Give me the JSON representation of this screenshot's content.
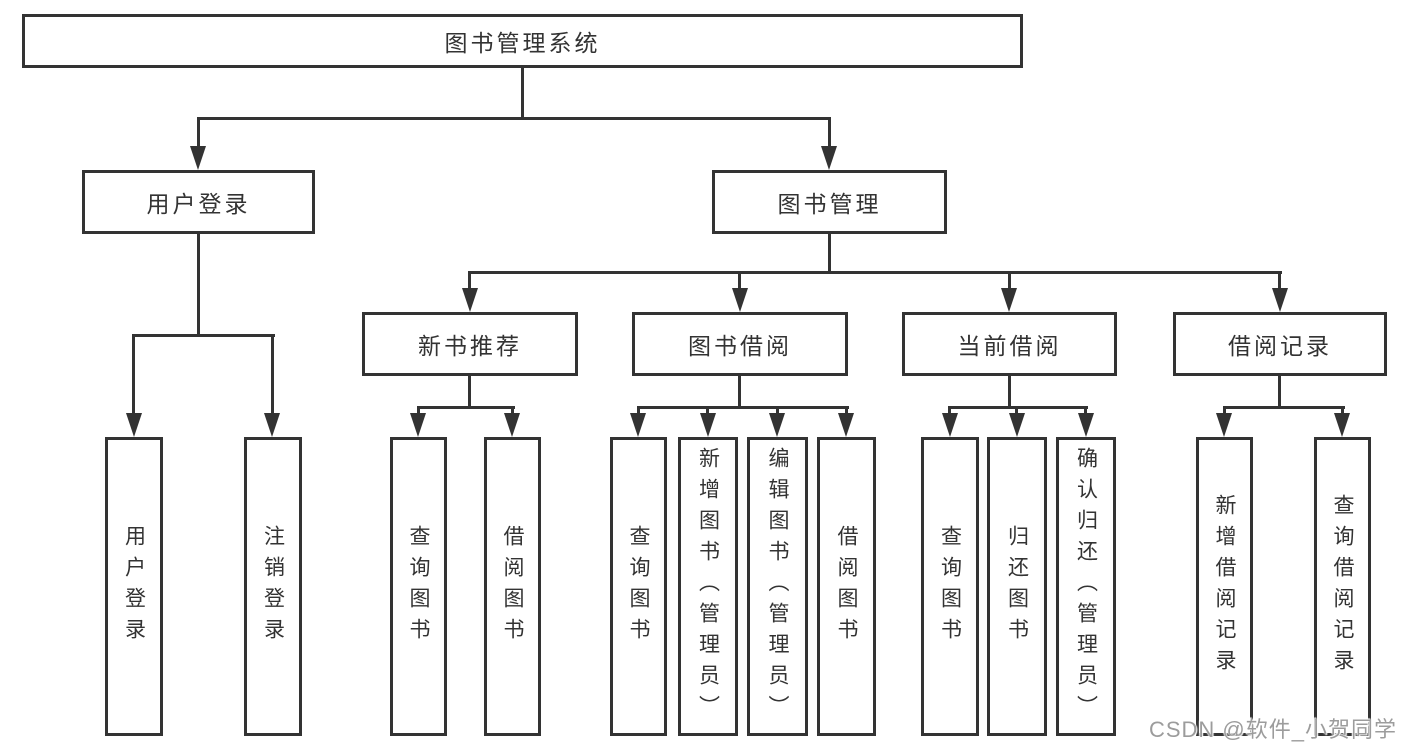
{
  "colors": {
    "line": "#333333",
    "box_border": "#333333",
    "text": "#333333",
    "watermark": "#9c9c9c",
    "background": "#ffffff"
  },
  "watermark": {
    "text": "CSDN @软件_小贺同学"
  },
  "tree": {
    "label": "图书管理系统",
    "children": [
      {
        "label": "用户登录",
        "children": [
          {
            "label": "用户登录"
          },
          {
            "label": "注销登录"
          }
        ]
      },
      {
        "label": "图书管理",
        "children": [
          {
            "label": "新书推荐",
            "children": [
              {
                "label": "查询图书"
              },
              {
                "label": "借阅图书"
              }
            ]
          },
          {
            "label": "图书借阅",
            "children": [
              {
                "label": "查询图书"
              },
              {
                "label": "新增图书（管理员）"
              },
              {
                "label": "编辑图书（管理员）"
              },
              {
                "label": "借阅图书"
              }
            ]
          },
          {
            "label": "当前借阅",
            "children": [
              {
                "label": "查询图书"
              },
              {
                "label": "归还图书"
              },
              {
                "label": "确认归还（管理员）"
              }
            ]
          },
          {
            "label": "借阅记录",
            "children": [
              {
                "label": "新增借阅记录"
              },
              {
                "label": "查询借阅记录"
              }
            ]
          }
        ]
      }
    ]
  }
}
